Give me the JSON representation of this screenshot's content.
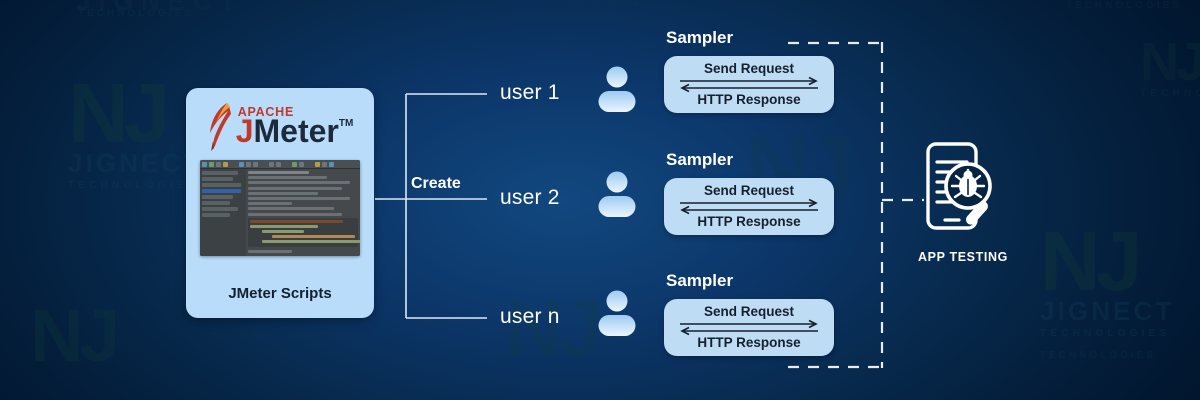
{
  "theme": {
    "bg_dark": "#01132a",
    "bg_mid": "#0c3669",
    "bg_center": "#11487f",
    "card_bg": "#b9dcfb",
    "sampler_bg": "#bfdcf5",
    "text_light": "#ffffff",
    "text_dark": "#15202e",
    "line_color": "#dce8f5",
    "watermark_color": "#0f3f57",
    "apache_red": "#c0392b"
  },
  "source_card": {
    "logo": {
      "apache_text": "APACHE",
      "product_j": "J",
      "product_rest": "Meter",
      "trademark": "TM",
      "icon": "apache-feather-icon"
    },
    "screenshot_alt": "jmeter-gui-screenshot",
    "caption": "JMeter Scripts"
  },
  "connector": {
    "label": "Create",
    "icon": "tree-branch-connector"
  },
  "users": [
    {
      "label": "user 1",
      "icon": "user-avatar-icon"
    },
    {
      "label": "user 2",
      "icon": "user-avatar-icon"
    },
    {
      "label": "user n",
      "icon": "user-avatar-icon"
    }
  ],
  "samplers": [
    {
      "title": "Sampler",
      "request_label": "Send Request",
      "response_label": "HTTP Response",
      "request_arrow": "arrow-right-icon",
      "response_arrow": "arrow-left-icon"
    },
    {
      "title": "Sampler",
      "request_label": "Send Request",
      "response_label": "HTTP Response",
      "request_arrow": "arrow-right-icon",
      "response_arrow": "arrow-left-icon"
    },
    {
      "title": "Sampler",
      "request_label": "Send Request",
      "response_label": "HTTP Response",
      "request_arrow": "arrow-right-icon",
      "response_arrow": "arrow-left-icon"
    }
  ],
  "target": {
    "label": "APP TESTING",
    "icon": "mobile-bug-magnifier-icon",
    "connector_icon": "dashed-bracket-connector"
  },
  "watermarks": {
    "brand": "JIGNECT",
    "tagline": "TECHNOLOGIES",
    "monogram": "NJ"
  }
}
